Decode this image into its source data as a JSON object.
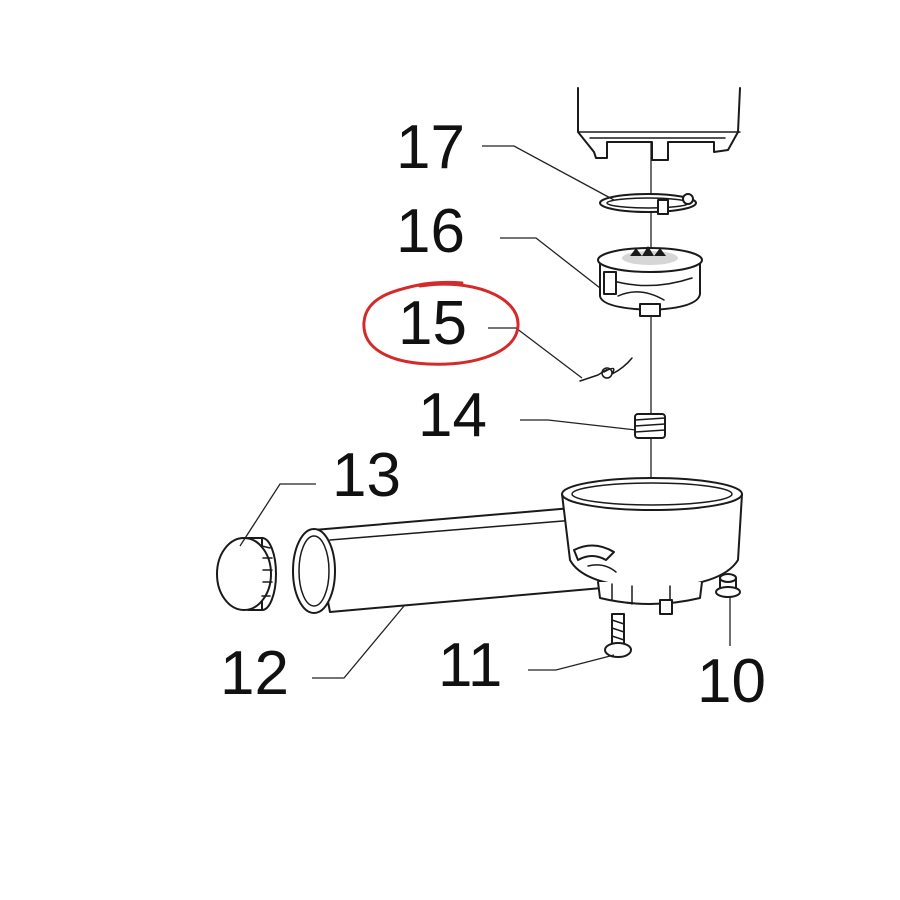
{
  "callouts": [
    {
      "id": "17",
      "label": "17"
    },
    {
      "id": "16",
      "label": "16"
    },
    {
      "id": "15",
      "label": "15",
      "highlighted": true
    },
    {
      "id": "14",
      "label": "14"
    },
    {
      "id": "13",
      "label": "13"
    },
    {
      "id": "12",
      "label": "12"
    },
    {
      "id": "11",
      "label": "11"
    },
    {
      "id": "10",
      "label": "10"
    }
  ],
  "colors": {
    "line": "#1a1a1a",
    "highlight": "#d42a2a",
    "background": "#ffffff"
  }
}
